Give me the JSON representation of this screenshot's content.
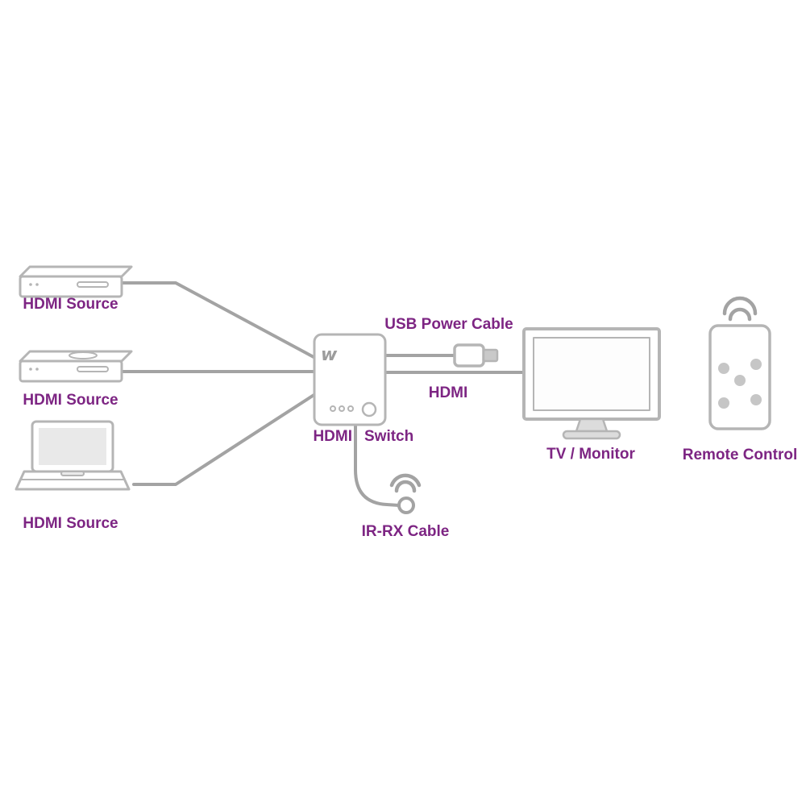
{
  "colors": {
    "accent": "#7d2583",
    "line": "#a3a3a3",
    "device": "#b5b5b5",
    "button": "#c6c6c6"
  },
  "labels": {
    "source1": "HDMI Source",
    "source2": "HDMI Source",
    "source3": "HDMI Source",
    "usb_power_cable": "USB Power Cable",
    "hdmi": "HDMI",
    "switch_word1": "HDMI",
    "switch_word2": "Switch",
    "tv_monitor": "TV / Monitor",
    "remote_control": "Remote Control",
    "ir_rx_cable": "IR-RX Cable"
  },
  "switch": {
    "logo": "w"
  }
}
